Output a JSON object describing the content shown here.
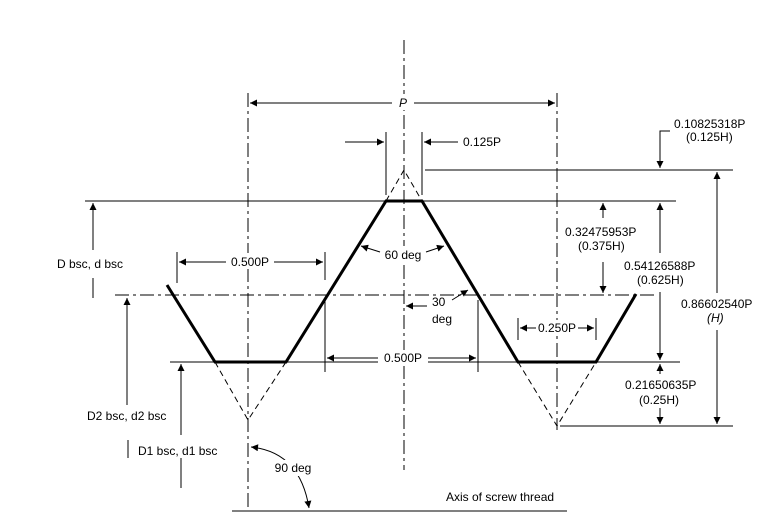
{
  "labels": {
    "pitch": "P",
    "crest_flat": "0.125P",
    "crest_truncation_value": "0.10825318P",
    "crest_truncation_ratio": "(0.125H)",
    "major_diameter": "D bsc, d bsc",
    "half_pitch_left": "0.500P",
    "flank_angle": "60 deg",
    "addendum_value": "0.32475953P",
    "addendum_ratio": "(0.375H)",
    "thread_depth_value": "0.54126588P",
    "thread_depth_ratio": "(0.625H)",
    "height_value": "0.86602540P",
    "height_ratio": "(H)",
    "half_angle_number": "30",
    "half_angle_unit": "deg",
    "root_flat": "0.250P",
    "half_pitch_middle": "0.500P",
    "root_truncation_value": "0.21650635P",
    "root_truncation_ratio": "(0.25H)",
    "pitch_diameter": "D2 bsc, d2 bsc",
    "minor_diameter": "D1 bsc, d1 bsc",
    "right_angle": "90 deg",
    "axis_label": "Axis of screw thread"
  }
}
